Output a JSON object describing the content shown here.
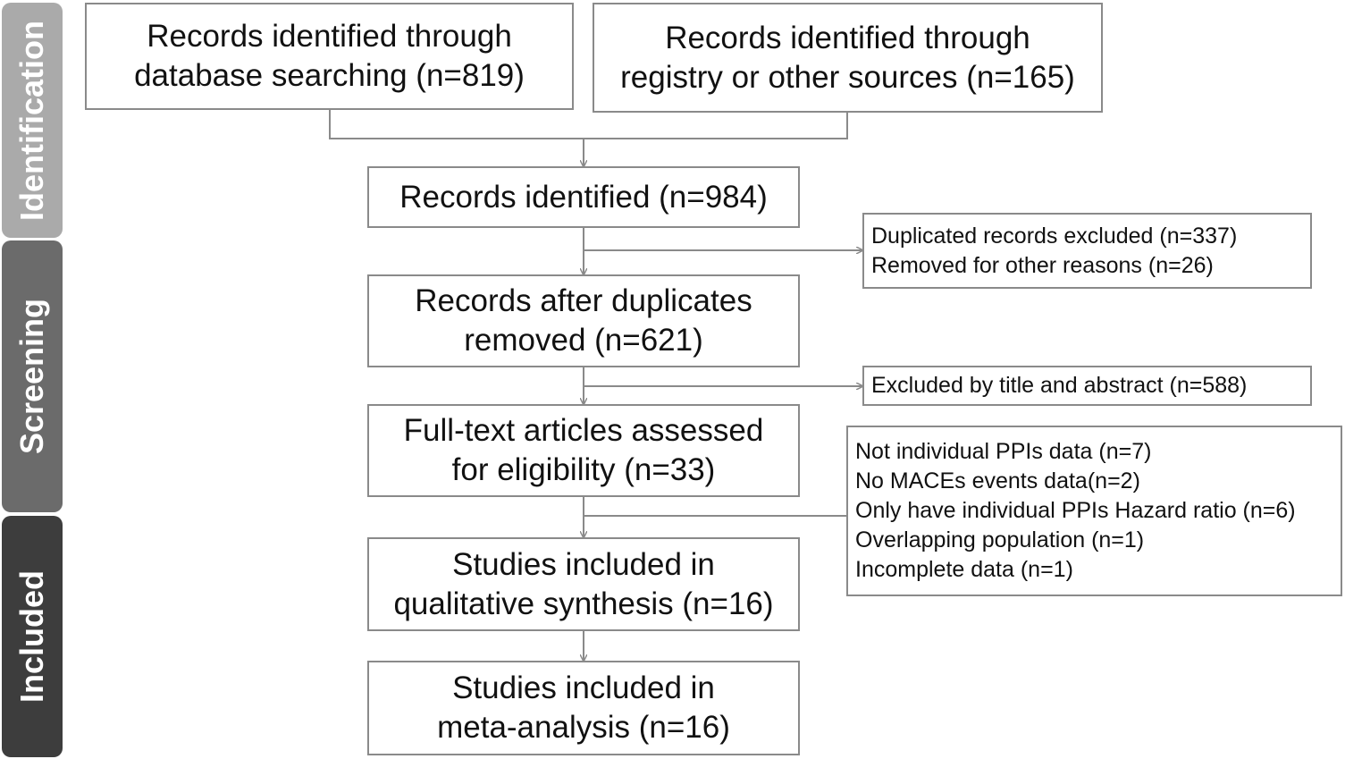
{
  "stages": {
    "identification": "Identification",
    "screening": "Screening",
    "included": "Included"
  },
  "boxes": {
    "database": [
      "Records identified through",
      "database searching (n=819)"
    ],
    "registry": [
      "Records identified through",
      "registry or other sources (n=165)"
    ],
    "identified": [
      "Records identified (n=984)"
    ],
    "after_duplicates": [
      "Records after duplicates",
      "removed (n=621)"
    ],
    "full_text": [
      "Full-text articles assessed",
      "for eligibility (n=33)"
    ],
    "qualitative": [
      "Studies included in",
      "qualitative synthesis (n=16)"
    ],
    "meta": [
      "Studies included in",
      "meta-analysis (n=16)"
    ]
  },
  "exclusions": {
    "duplicates": [
      "Duplicated records excluded  (n=337)",
      "Removed  for other reasons  (n=26)"
    ],
    "title_abstract": [
      "Excluded by title and abstract  (n=588)"
    ],
    "full_text": [
      "Not individual PPIs data  (n=7)",
      "No MACEs events data(n=2)",
      "Only have individual PPIs Hazard ratio  (n=6)",
      "Overlapping  population  (n=1)",
      "Incomplete data  (n=1)"
    ]
  }
}
